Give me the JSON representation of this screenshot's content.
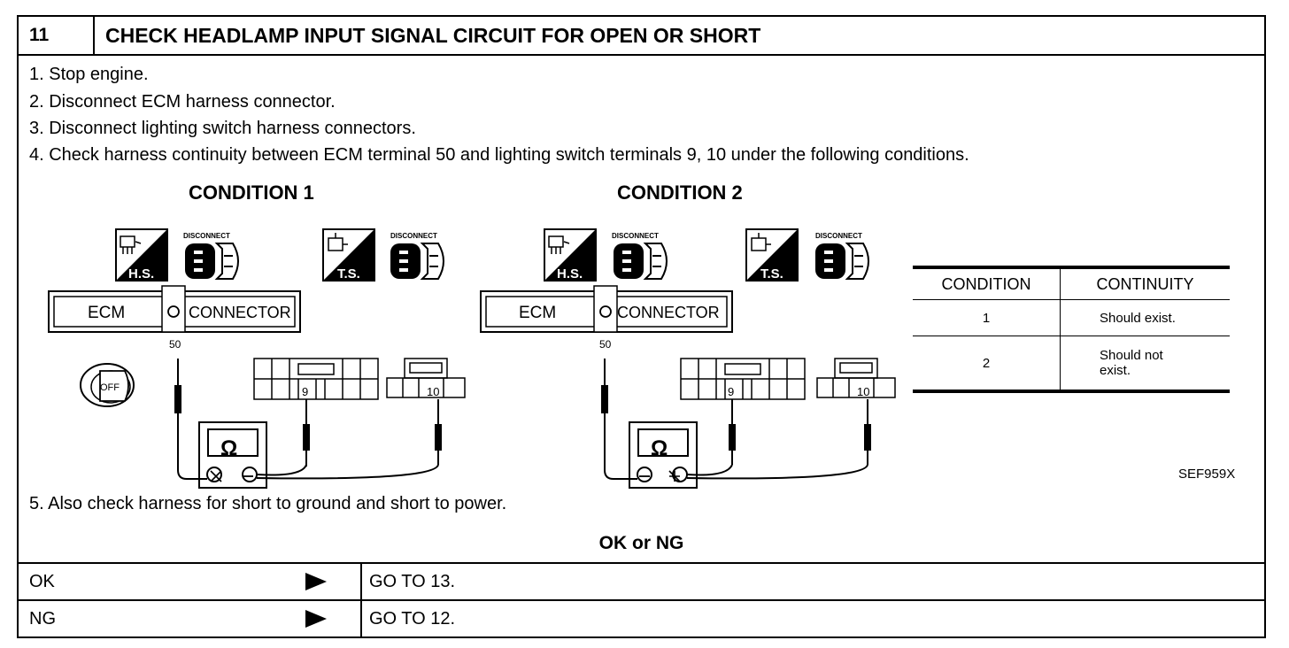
{
  "header": {
    "step_number": "11",
    "title": "CHECK HEADLAMP INPUT SIGNAL CIRCUIT FOR OPEN OR SHORT"
  },
  "steps": [
    "1.  Stop engine.",
    "2.  Disconnect ECM harness connector.",
    "3.  Disconnect lighting switch harness connectors.",
    "4.  Check harness continuity between ECM terminal 50 and lighting switch terminals 9, 10 under the following conditions.",
    "5.  Also check harness for short to ground and short to power."
  ],
  "diagram": {
    "condition1_title": "CONDITION 1",
    "condition2_title": "CONDITION 2",
    "hs_label": "H.S.",
    "ts_label": "T.S.",
    "disconnect_label": "DISCONNECT",
    "ecm_label": "ECM",
    "connector_label": "CONNECTOR",
    "ecm_terminal": "50",
    "switch_terminal_a": "9",
    "switch_terminal_b": "10",
    "ignition_label": "OFF",
    "ohm_symbol": "Ω",
    "icons": [
      "hs-icon",
      "ts-icon",
      "disconnect-connector-icon",
      "ignition-key-off-icon",
      "ohmmeter-icon"
    ]
  },
  "condition_table": {
    "headers": [
      "CONDITION",
      "CONTINUITY"
    ],
    "rows": [
      {
        "condition": "1",
        "continuity_line1": "Should exist.",
        "continuity_line2": ""
      },
      {
        "condition": "2",
        "continuity_line1": "Should not",
        "continuity_line2": "exist."
      }
    ]
  },
  "reference_code": "SEF959X",
  "result": {
    "title": "OK or NG",
    "rows": [
      {
        "label": "OK",
        "action": "GO TO 13."
      },
      {
        "label": "NG",
        "action": "GO TO 12."
      }
    ]
  }
}
